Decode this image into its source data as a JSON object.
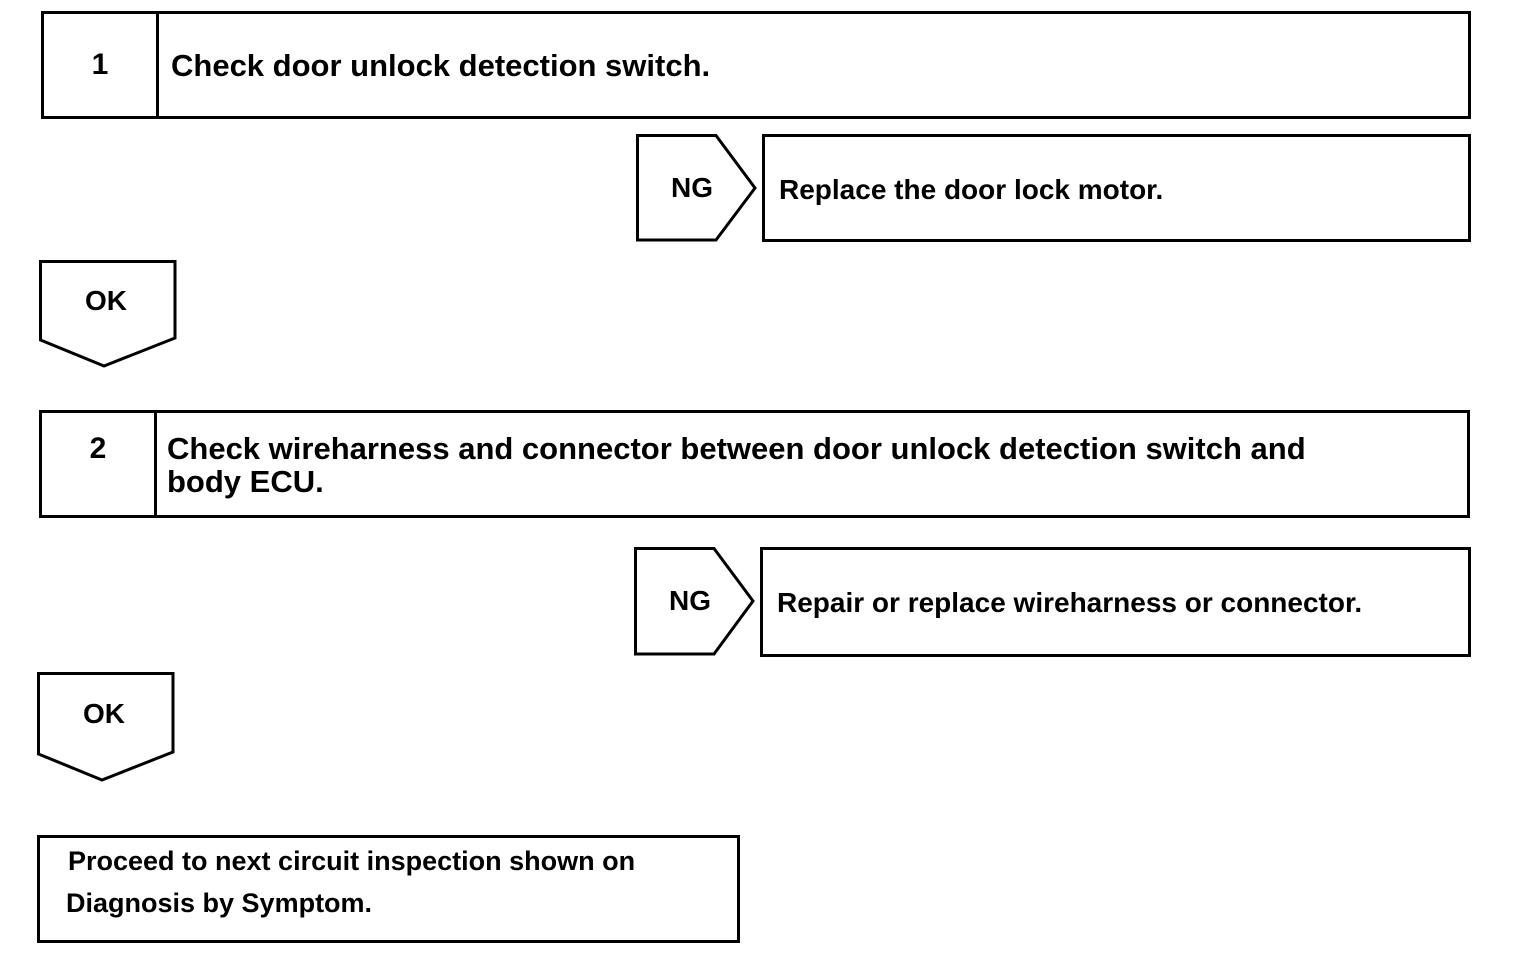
{
  "steps": [
    {
      "number": "1",
      "text_line1": "Check door unlock detection switch.",
      "text_line2": "",
      "ng_label": "NG",
      "ng_result": "Replace the door lock motor.",
      "ok_label": "OK"
    },
    {
      "number": "2",
      "text_line1": "Check wireharness and connector between door unlock detection switch and",
      "text_line2": "body ECU.",
      "ng_label": "NG",
      "ng_result": "Repair or replace wireharness or connector.",
      "ok_label": "OK"
    }
  ],
  "final": {
    "line1": "Proceed to next circuit inspection shown on",
    "line2": "Diagnosis by Symptom."
  }
}
